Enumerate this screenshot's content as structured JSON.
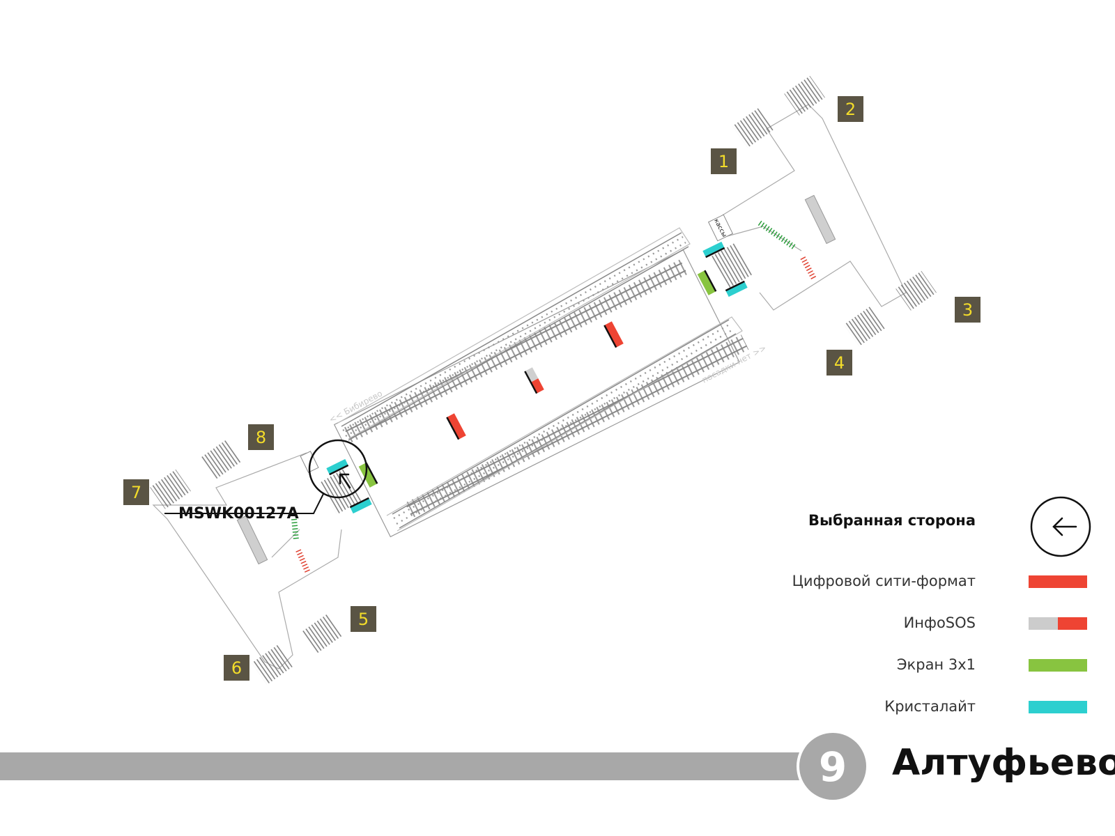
{
  "exits": [
    "1",
    "2",
    "3",
    "4",
    "5",
    "6",
    "7",
    "8"
  ],
  "panel_code": "MSWK00127A",
  "direction_labels": {
    "left": "<< Бибирево",
    "right": "посадки нет >>"
  },
  "ticket_office_label": "кассы",
  "legend": {
    "selected_side": "Выбранная сторона",
    "items": [
      {
        "label": "Цифровой сити-формат",
        "color": "#ee4433"
      },
      {
        "label": "ИнфоSOS",
        "color": "#cccccc",
        "color2": "#ee4433"
      },
      {
        "label": "Экран 3х1",
        "color": "#88c440"
      },
      {
        "label": "Кристалайт",
        "color": "#2ccfcf"
      }
    ]
  },
  "line_number": "9",
  "station_name": "Алтуфьево",
  "colors": {
    "exit_box": "#5a5444",
    "exit_text": "#f3dc2a",
    "line_bar": "#a8a8a8"
  }
}
